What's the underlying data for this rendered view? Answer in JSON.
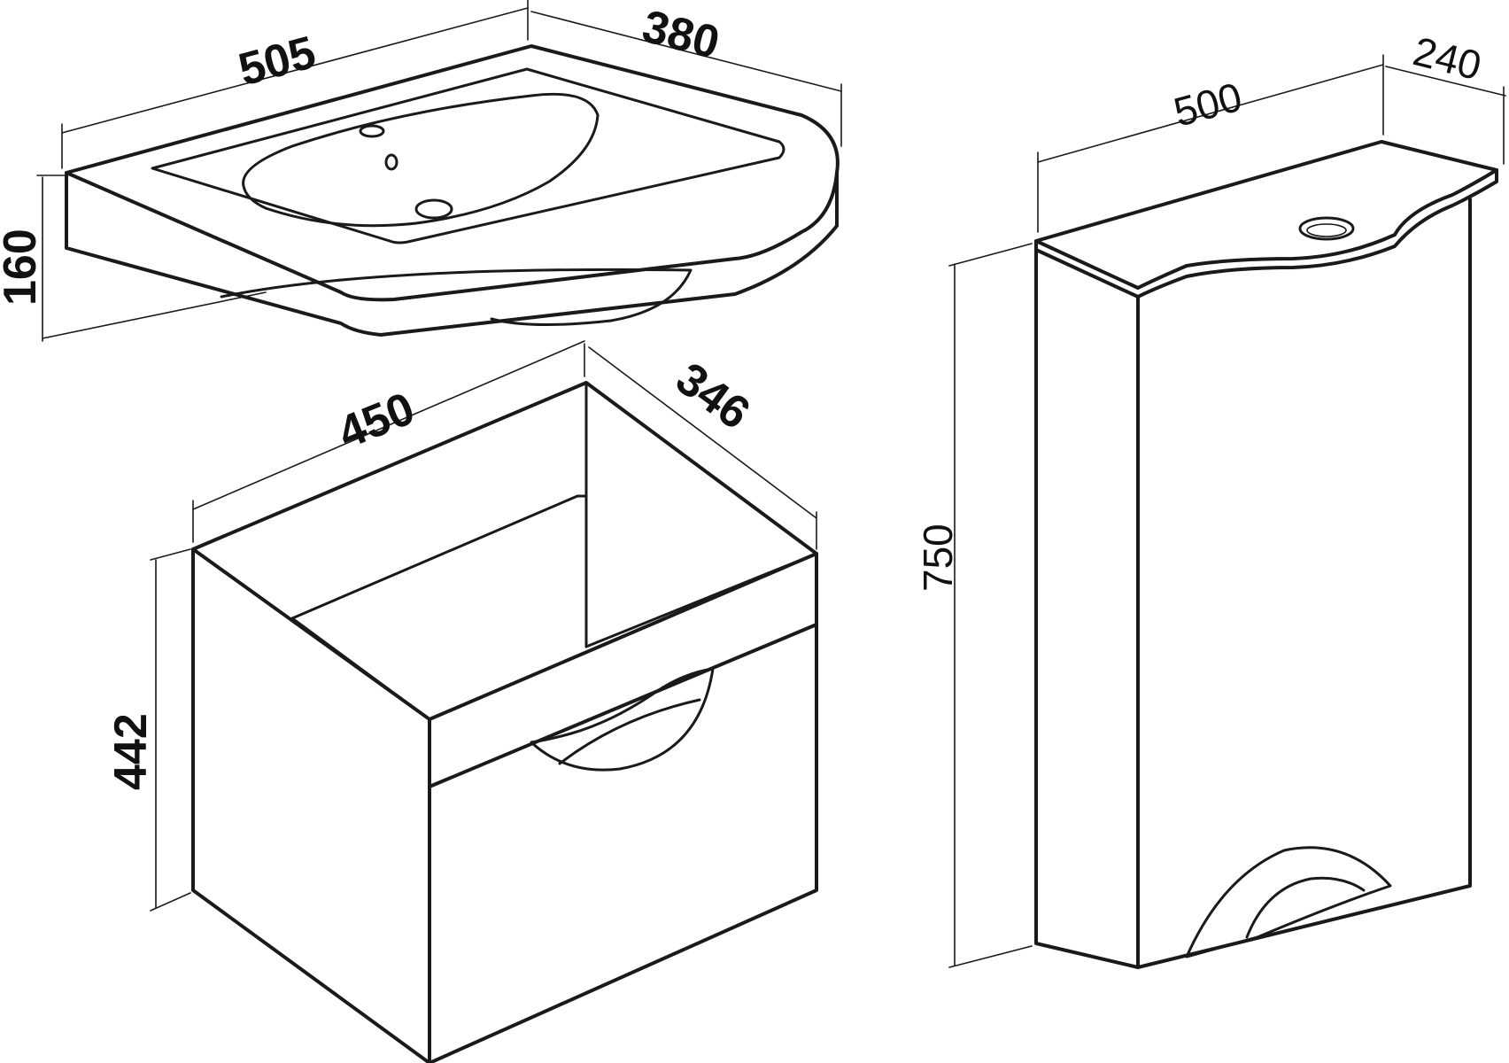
{
  "sink": {
    "width": "505",
    "depth": "380",
    "height": "160"
  },
  "base_cabinet": {
    "width": "450",
    "depth": "346",
    "height": "442"
  },
  "mirror_cabinet": {
    "width": "500",
    "depth": "240",
    "height": "750"
  },
  "colors": {
    "stroke": "#1a1a1a",
    "background": "#ffffff"
  }
}
